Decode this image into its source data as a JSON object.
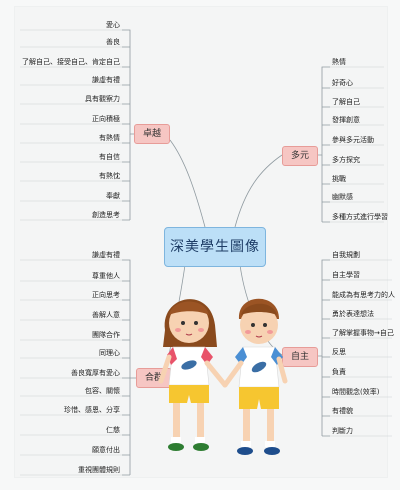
{
  "center": "深美學生圖像",
  "branches": {
    "zhuoyue": {
      "label": "卓越",
      "items": [
        "愛心",
        "善良",
        "了解自己、接受自己、肯定自己",
        "謙虛有禮",
        "具有觀察力",
        "正向積極",
        "有熱情",
        "有自信",
        "有熱忱",
        "奉獻",
        "創造思考"
      ]
    },
    "duoyuan": {
      "label": "多元",
      "items": [
        "熱情",
        "好奇心",
        "了解自己",
        "發揮創意",
        "參與多元活動",
        "多方探究",
        "挑戰",
        "幽默感",
        "多種方式進行學習"
      ]
    },
    "hequn": {
      "label": "合群",
      "items": [
        "謙虛有禮",
        "尊重他人",
        "正向思考",
        "善解人意",
        "團隊合作",
        "同理心",
        "善良寬厚有愛心",
        "包容、關懷",
        "珍惜、感恩、分享",
        "仁慈",
        "願意付出",
        "重視團體規則"
      ]
    },
    "zizhu": {
      "label": "自主",
      "items": [
        "自我規劃",
        "自主學習",
        "能成為有思考力的人",
        "勇於表達想法",
        "了解掌握事物→自己",
        "反思",
        "負責",
        "時間觀念(效率)",
        "有禮貌",
        "判斷力"
      ]
    }
  }
}
